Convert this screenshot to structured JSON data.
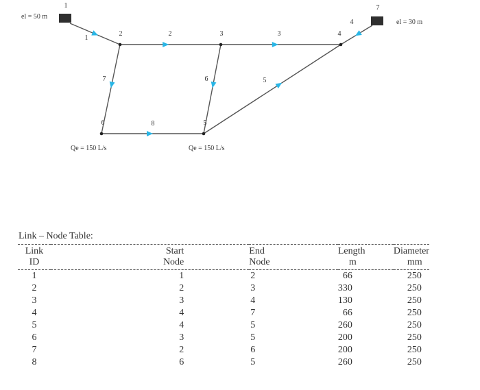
{
  "network": {
    "nodes": [
      {
        "id": "1",
        "label": "1"
      },
      {
        "id": "2",
        "label": "2"
      },
      {
        "id": "3",
        "label": "3"
      },
      {
        "id": "4",
        "label": "4"
      },
      {
        "id": "5",
        "label": "5"
      },
      {
        "id": "6",
        "label": "6"
      },
      {
        "id": "7",
        "label": "7"
      }
    ],
    "links": [
      {
        "id": "1",
        "label": "1"
      },
      {
        "id": "2",
        "label": "2"
      },
      {
        "id": "3",
        "label": "3"
      },
      {
        "id": "4",
        "label": "4"
      },
      {
        "id": "5",
        "label": "5"
      },
      {
        "id": "6",
        "label": "6"
      },
      {
        "id": "7",
        "label": "7"
      },
      {
        "id": "8",
        "label": "8"
      }
    ],
    "annotations": {
      "reservoir_1": "el = 50 m",
      "reservoir_7": "el = 30 m",
      "demand_6": "Qe = 150 L/s",
      "demand_5": "Qe = 150 L/s"
    },
    "colors": {
      "pipe": "#555555",
      "arrow": "#29b6e6",
      "node": "#222222",
      "reservoir": "#2f2f2f"
    }
  },
  "table": {
    "caption": "Link – Node Table:",
    "headers": [
      [
        "Link",
        "ID"
      ],
      [
        "Start",
        "Node"
      ],
      [
        "End",
        "Node"
      ],
      [
        "Length",
        "m"
      ],
      [
        "Diameter",
        "mm"
      ]
    ],
    "rows": [
      [
        "1",
        "1",
        "2",
        "66",
        "250"
      ],
      [
        "2",
        "2",
        "3",
        "330",
        "250"
      ],
      [
        "3",
        "3",
        "4",
        "130",
        "250"
      ],
      [
        "4",
        "4",
        "7",
        "66",
        "250"
      ],
      [
        "5",
        "4",
        "5",
        "260",
        "250"
      ],
      [
        "6",
        "3",
        "5",
        "200",
        "250"
      ],
      [
        "7",
        "2",
        "6",
        "200",
        "250"
      ],
      [
        "8",
        "6",
        "5",
        "260",
        "250"
      ]
    ]
  }
}
